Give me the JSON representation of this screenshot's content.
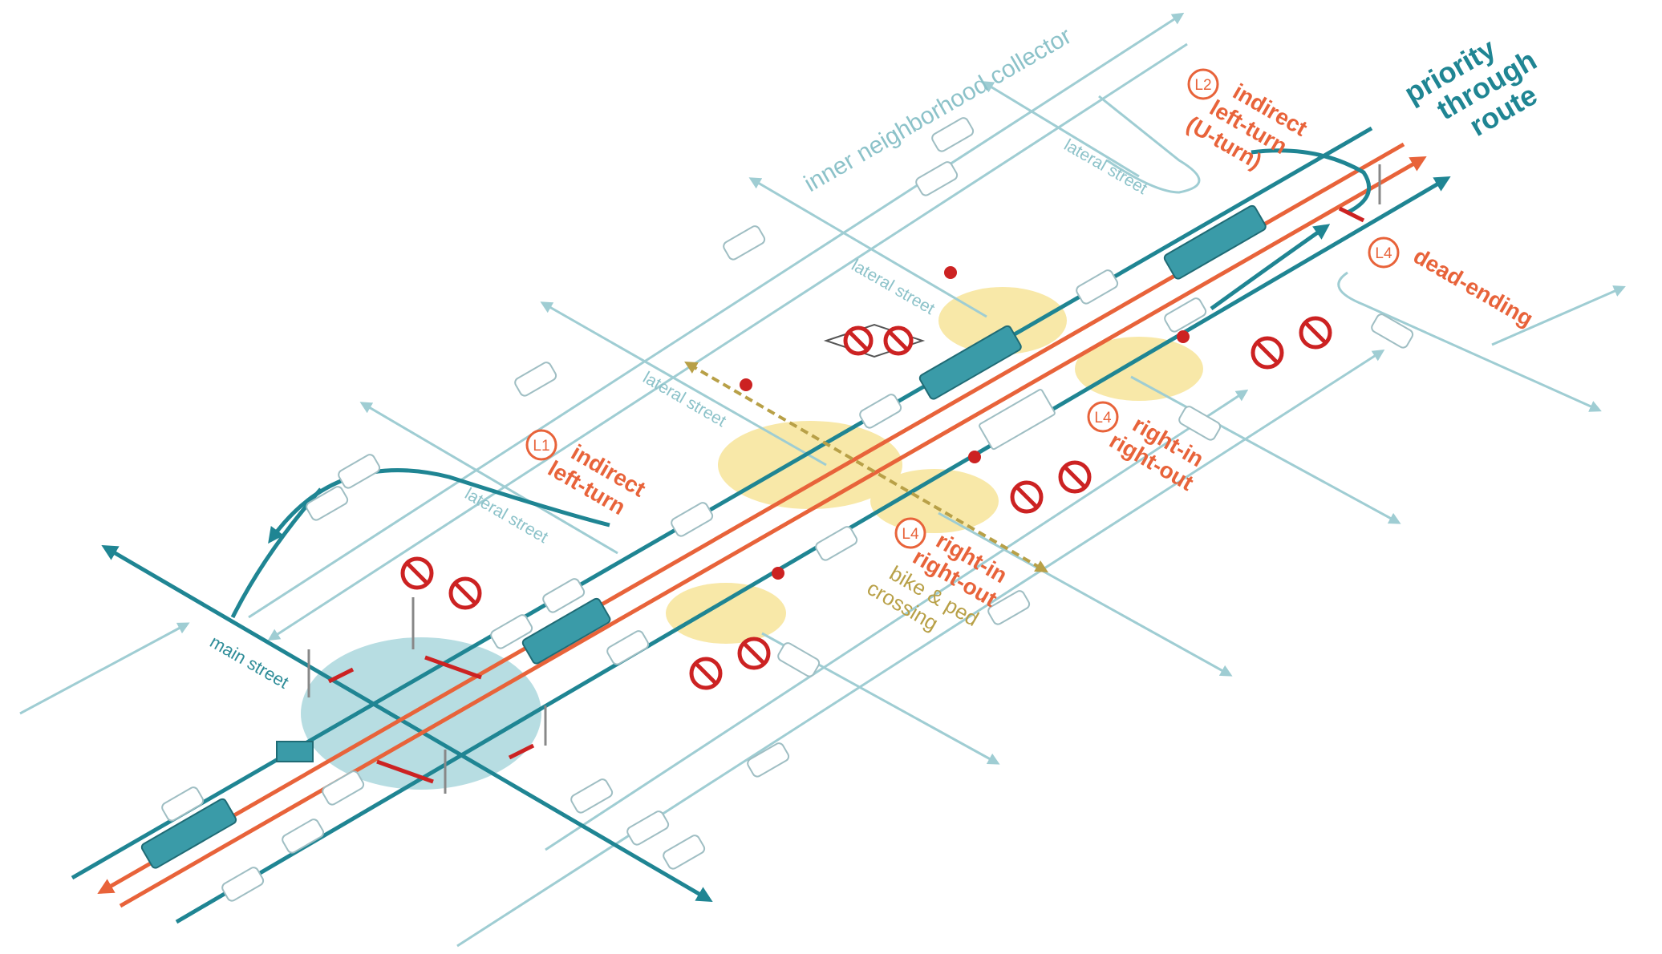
{
  "labels": {
    "collector": "inner neighborhood collector",
    "lateral": "lateral street",
    "main_street": "main street",
    "priority": [
      "priority",
      "through",
      "route"
    ],
    "l1_badge": "L1",
    "l1_text": [
      "indirect",
      "left-turn"
    ],
    "l2_badge": "L2",
    "l2_text": [
      "indirect",
      "left-turn",
      "(U-turn)"
    ],
    "l4_badge": "L4",
    "l4_dead": "dead-ending",
    "l4_rr": [
      "right-in",
      "right-out"
    ],
    "bike_ped": [
      "bike & ped",
      "crossing"
    ]
  },
  "icons": {
    "no_u_turn": "no-u-turn-icon",
    "no_left_turn": "no-left-turn-icon",
    "no_straight": "no-straight-icon"
  },
  "colors": {
    "teal": "#1f8593",
    "orange": "#e8633a",
    "light_teal": "#9fcdd3",
    "highlight": "#f8e8a8",
    "intersection": "#b7dde2",
    "bike_path": "#b8a047",
    "sign_red": "#cc2222"
  }
}
